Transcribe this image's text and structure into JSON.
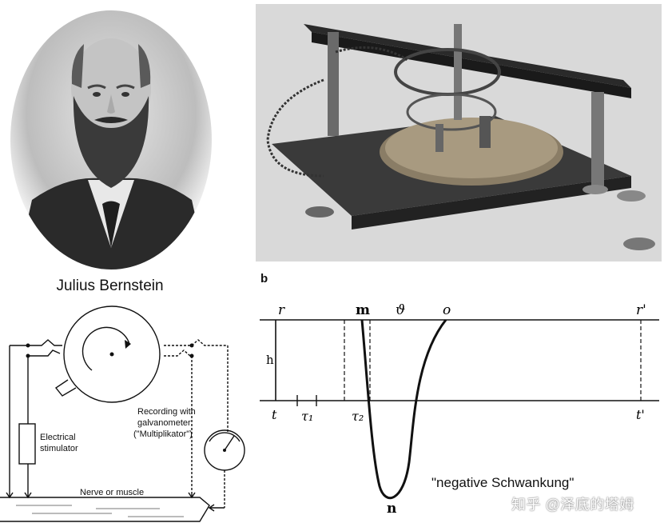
{
  "portrait": {
    "caption": "Julius Bernstein"
  },
  "diagram": {
    "stimulator_label_1": "Electrical",
    "stimulator_label_2": "stimulator",
    "recording_label_1": "Recording with",
    "recording_label_2": "galvanometer",
    "recording_label_3": "(\"Multiplikator\")",
    "tissue_label": "Nerve or muscle"
  },
  "waveform": {
    "panel_label": "b",
    "point_r": "r",
    "point_m": "m",
    "point_theta": "ϑ",
    "point_o": "o",
    "point_r_prime": "r'",
    "point_h": "h",
    "point_t": "t",
    "point_tau1": "τ₁",
    "point_tau2": "τ₂",
    "point_t_prime": "t'",
    "point_n": "n",
    "caption": "\"negative Schwankung\""
  },
  "watermark": "知乎 @泽底的塔姆",
  "colors": {
    "ink": "#111111",
    "photo_bg": "#d9d9d9",
    "portrait_bg": "#bdbdbd"
  }
}
